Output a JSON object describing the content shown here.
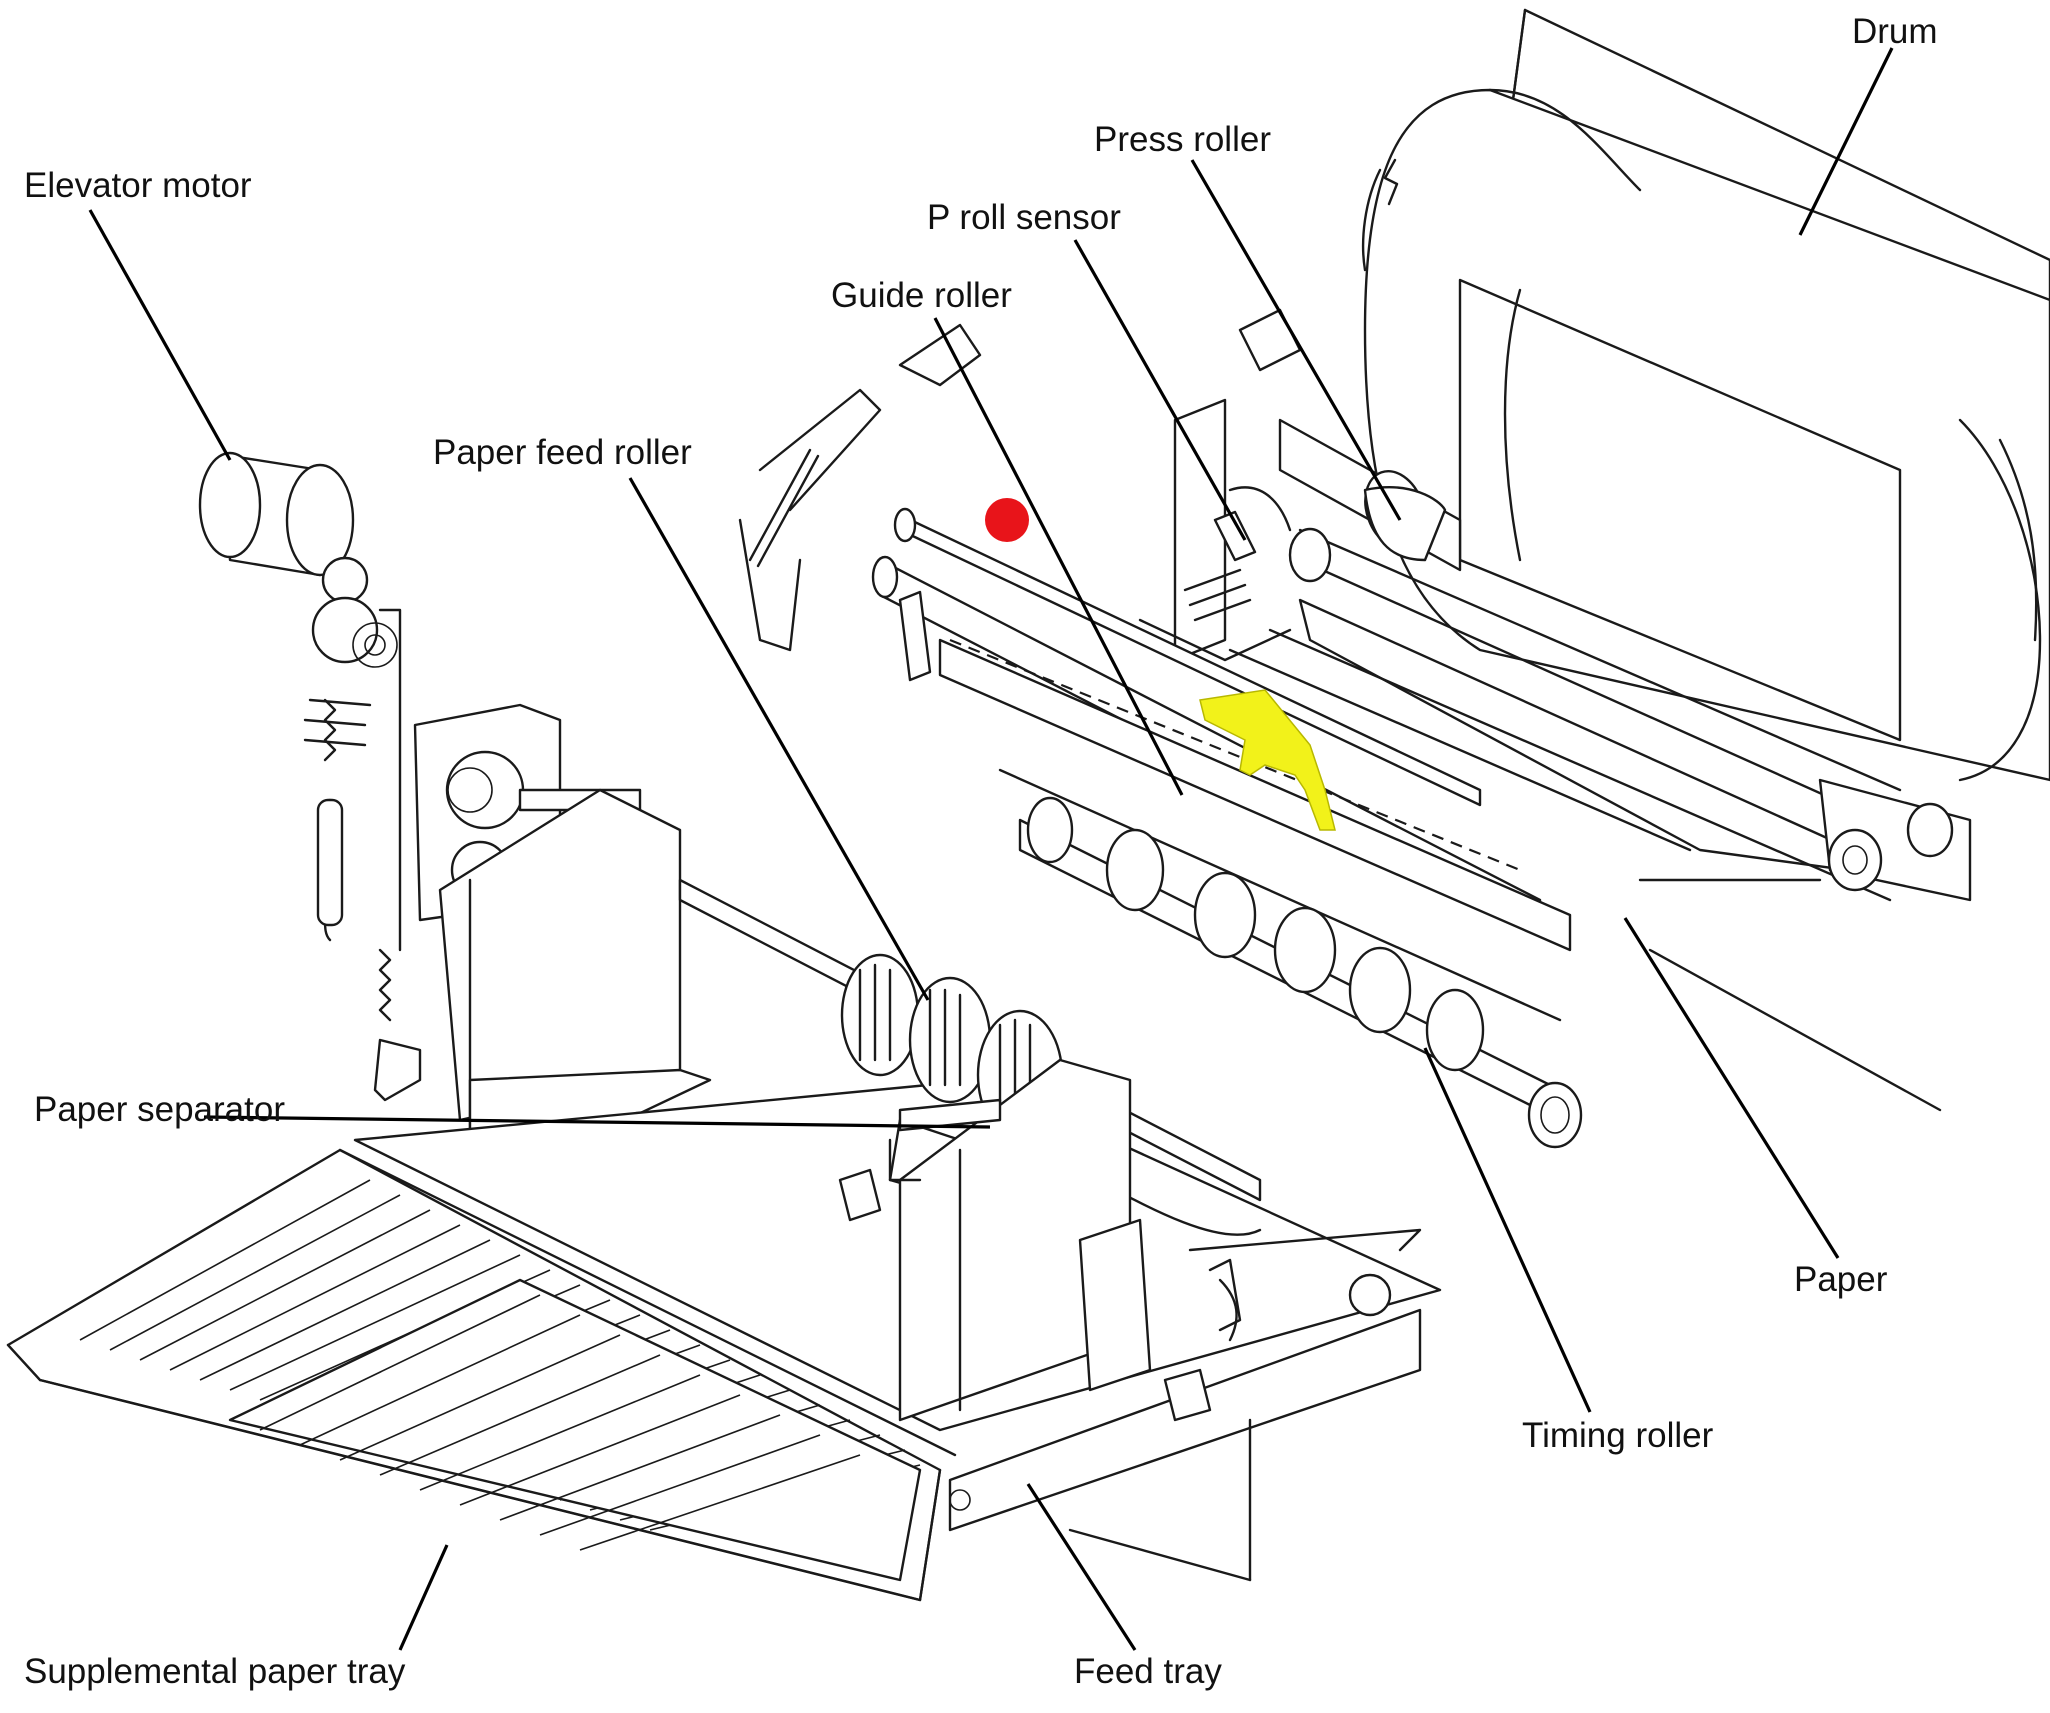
{
  "labels": {
    "drum": "Drum",
    "press_roller": "Press roller",
    "p_roll_sensor": "P roll sensor",
    "guide_roller": "Guide roller",
    "elevator_motor": "Elevator motor",
    "paper_feed_roller": "Paper feed roller",
    "paper_separator": "Paper separator",
    "paper": "Paper",
    "timing_roller": "Timing roller",
    "supplemental_paper_tray": "Supplemental paper tray",
    "feed_tray": "Feed tray"
  },
  "colors": {
    "marker": "#e8141a",
    "highlight": "#f2f21a",
    "line": "#1a1a1a"
  }
}
